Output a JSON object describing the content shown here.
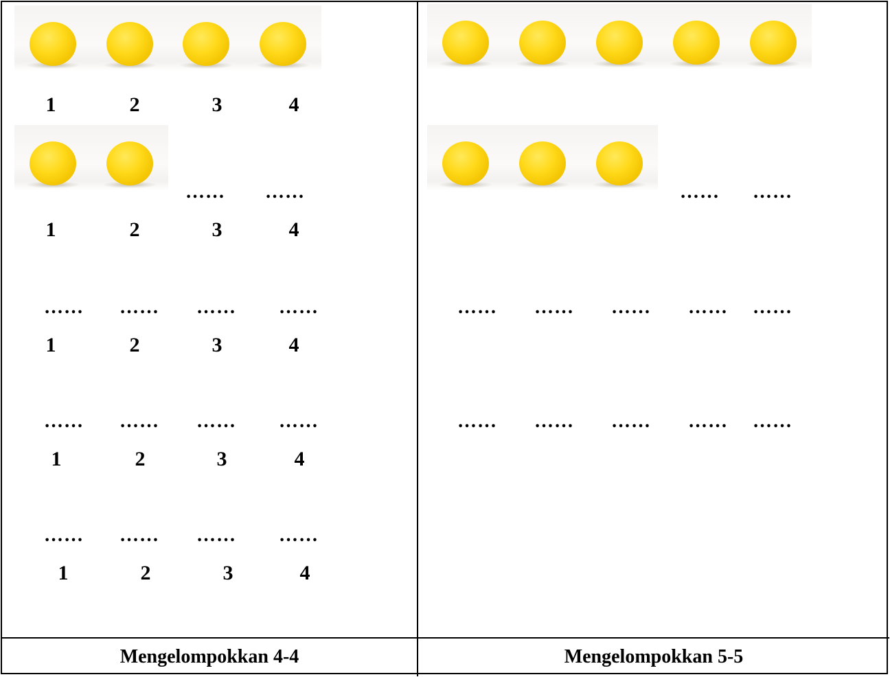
{
  "left_panel": {
    "ball_row1_count": 4,
    "ball_row2_count": 2,
    "numbers": [
      "1",
      "2",
      "3",
      "4"
    ],
    "blank": "……",
    "caption": "Mengelompokkan 4-4"
  },
  "right_panel": {
    "ball_row1_count": 5,
    "ball_row2_count": 3,
    "blank": "……",
    "caption": "Mengelompokkan 5-5"
  },
  "colors": {
    "ball": "#ffd91a",
    "border": "#000000"
  }
}
